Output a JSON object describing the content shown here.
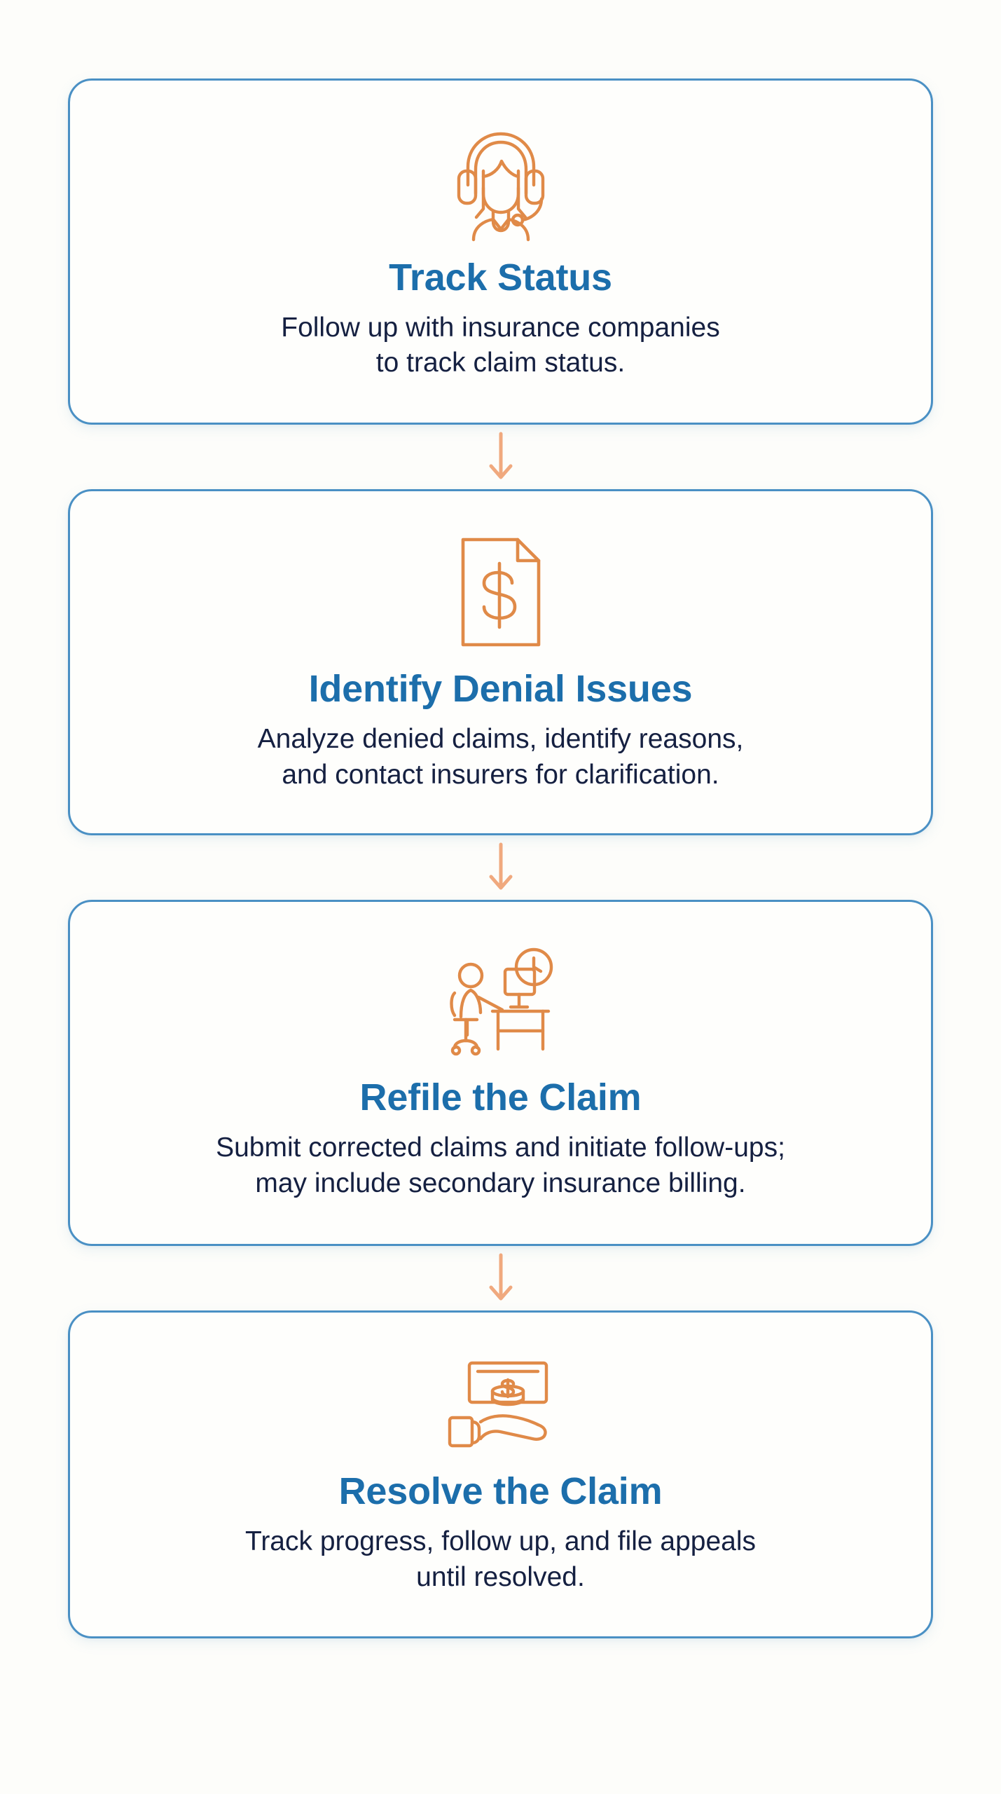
{
  "theme": {
    "background": "#fdfdfa",
    "card_background": "#fefefc",
    "card_border": "#4a90c4",
    "title_color": "#1c6eab",
    "body_color": "#152041",
    "icon_color": "#e08a48",
    "arrow_color": "#f0a97e"
  },
  "flow": {
    "steps": [
      {
        "icon": "headset-support-agent-icon",
        "title": "Track Status",
        "desc_line1": "Follow up with insurance companies",
        "desc_line2": "to track claim status."
      },
      {
        "icon": "document-dollar-icon",
        "title": "Identify Denial Issues",
        "desc_line1": "Analyze denied claims, identify reasons,",
        "desc_line2": "and contact insurers for clarification."
      },
      {
        "icon": "person-at-desk-clock-icon",
        "title": "Refile the Claim",
        "desc_line1": "Submit corrected claims and initiate follow-ups;",
        "desc_line2": "may include secondary insurance billing."
      },
      {
        "icon": "hand-holding-money-icon",
        "title": "Resolve the Claim",
        "desc_line1": "Track progress, follow up, and file appeals",
        "desc_line2": "until resolved."
      }
    ],
    "connectors": [
      {
        "name": "arrow-down-1"
      },
      {
        "name": "arrow-down-2"
      },
      {
        "name": "arrow-down-3"
      }
    ]
  }
}
